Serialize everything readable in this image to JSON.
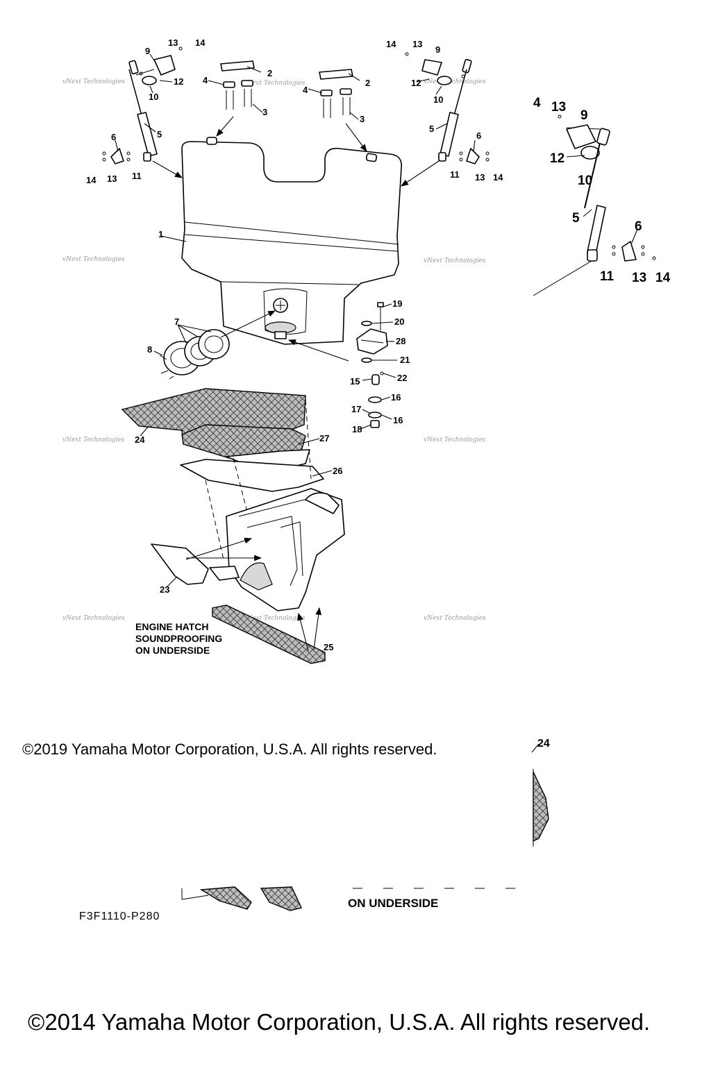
{
  "callouts": {
    "c1": "1",
    "c2": "2",
    "c3": "3",
    "c4": "4",
    "c5": "5",
    "c6": "6",
    "c7": "7",
    "c8": "8",
    "c9": "9",
    "c10": "10",
    "c11": "11",
    "c12": "12",
    "c13": "13",
    "c14": "14",
    "c15": "15",
    "c16": "16",
    "c17": "17",
    "c18": "18",
    "c19": "19",
    "c20": "20",
    "c21": "21",
    "c22": "22",
    "c23": "23",
    "c24": "24",
    "c25": "25",
    "c26": "26",
    "c27": "27",
    "c28": "28"
  },
  "note": {
    "line1": "ENGINE HATCH",
    "line2": "SOUNDPROOFING",
    "line3": "ON UNDERSIDE"
  },
  "watermark": "vNext Technologies",
  "copyright_2019": "©2019 Yamaha Motor Corporation, U.S.A. All rights reserved.",
  "copyright_2014": "©2014 Yamaha Motor Corporation, U.S.A. All rights reserved.",
  "diagram_code": "F3F1110-P280",
  "detail_note": "ON UNDERSIDE",
  "detail_callouts": {
    "d4": "4",
    "d5": "5",
    "d6": "6",
    "d9": "9",
    "d10": "10",
    "d11": "11",
    "d12": "12",
    "d13": "13",
    "d14": "14",
    "d24": "24"
  }
}
